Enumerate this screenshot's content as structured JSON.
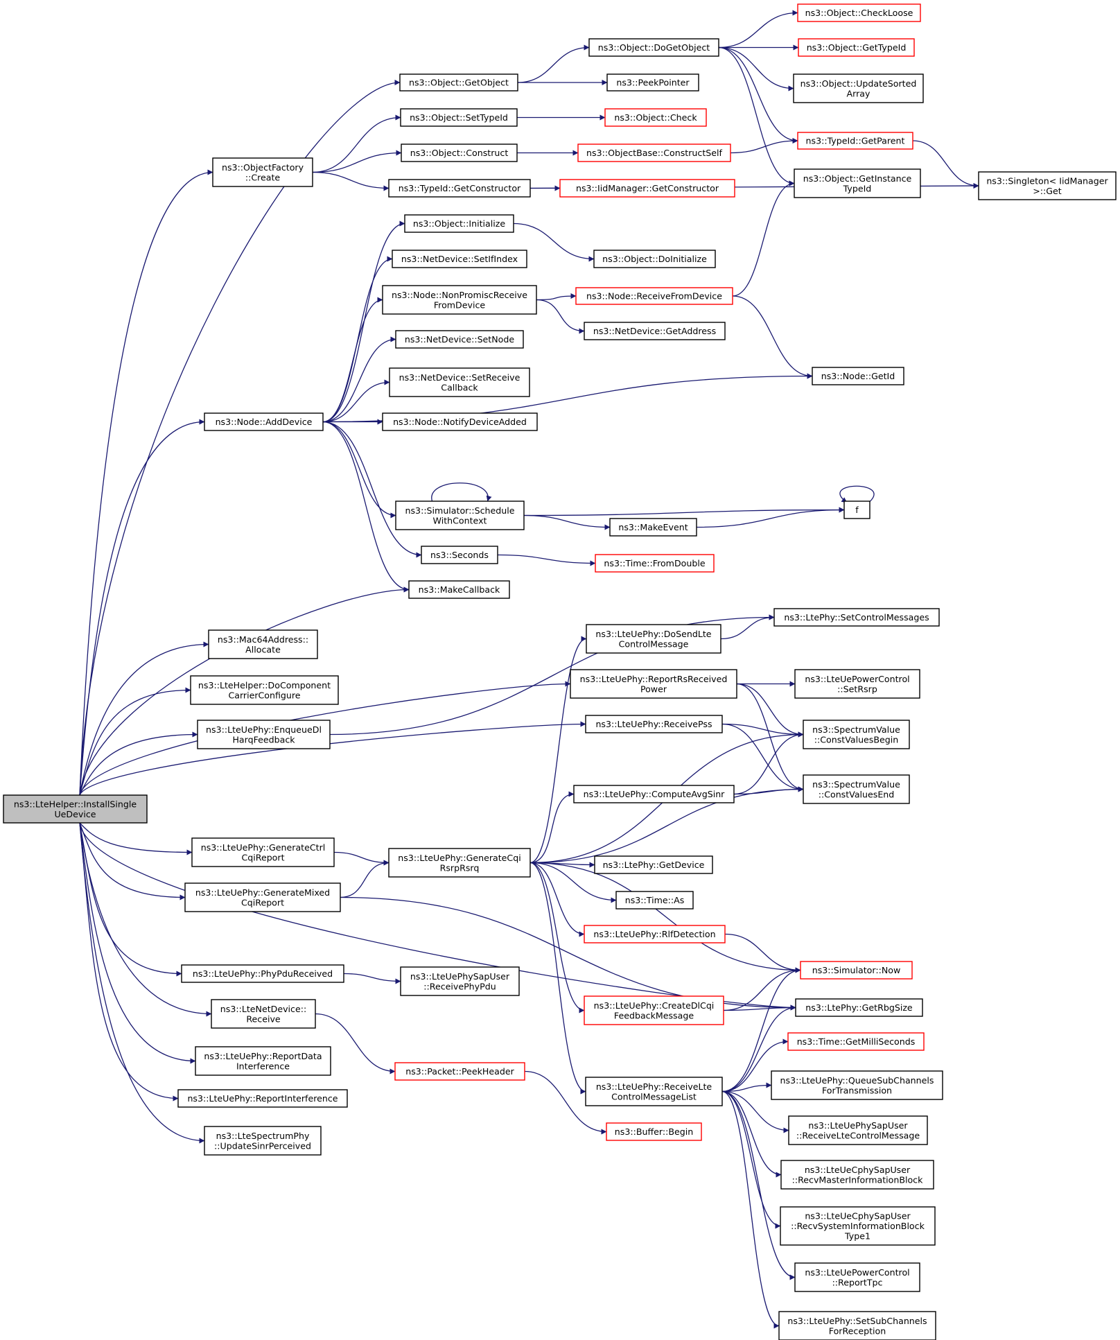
{
  "nodes": [
    {
      "id": "root",
      "lines": [
        "ns3::LteHelper::InstallSingle",
        "UeDevice"
      ],
      "border": "root",
      "interactable": true
    },
    {
      "id": "objfactory",
      "lines": [
        "ns3::ObjectFactory",
        "::Create"
      ],
      "border": "black"
    },
    {
      "id": "getobject",
      "lines": [
        "ns3::Object::GetObject"
      ],
      "border": "black"
    },
    {
      "id": "dogetobject",
      "lines": [
        "ns3::Object::DoGetObject"
      ],
      "border": "black"
    },
    {
      "id": "checkloose",
      "lines": [
        "ns3::Object::CheckLoose"
      ],
      "border": "red"
    },
    {
      "id": "gettypeid",
      "lines": [
        "ns3::Object::GetTypeId"
      ],
      "border": "red"
    },
    {
      "id": "updatesorted",
      "lines": [
        "ns3::Object::UpdateSorted",
        "Array"
      ],
      "border": "black"
    },
    {
      "id": "peekpointer",
      "lines": [
        "ns3::PeekPointer"
      ],
      "border": "black"
    },
    {
      "id": "settypeid",
      "lines": [
        "ns3::Object::SetTypeId"
      ],
      "border": "black"
    },
    {
      "id": "check",
      "lines": [
        "ns3::Object::Check"
      ],
      "border": "red"
    },
    {
      "id": "construct",
      "lines": [
        "ns3::Object::Construct"
      ],
      "border": "black"
    },
    {
      "id": "constructself",
      "lines": [
        "ns3::ObjectBase::ConstructSelf"
      ],
      "border": "red"
    },
    {
      "id": "getparent",
      "lines": [
        "ns3::TypeId::GetParent"
      ],
      "border": "red"
    },
    {
      "id": "singleton",
      "lines": [
        "ns3::Singleton< IidManager",
        ">::Get"
      ],
      "border": "black"
    },
    {
      "id": "typeidgetctor",
      "lines": [
        "ns3::TypeId::GetConstructor"
      ],
      "border": "black"
    },
    {
      "id": "iidgetctor",
      "lines": [
        "ns3::IidManager::GetConstructor"
      ],
      "border": "red"
    },
    {
      "id": "getinstance",
      "lines": [
        "ns3::Object::GetInstance",
        "TypeId"
      ],
      "border": "black"
    },
    {
      "id": "initialize",
      "lines": [
        "ns3::Object::Initialize"
      ],
      "border": "black"
    },
    {
      "id": "doinitialize",
      "lines": [
        "ns3::Object::DoInitialize"
      ],
      "border": "black"
    },
    {
      "id": "setifindex",
      "lines": [
        "ns3::NetDevice::SetIfIndex"
      ],
      "border": "black"
    },
    {
      "id": "nonpromisc",
      "lines": [
        "ns3::Node::NonPromiscReceive",
        "FromDevice"
      ],
      "border": "black"
    },
    {
      "id": "receivefromdev",
      "lines": [
        "ns3::Node::ReceiveFromDevice"
      ],
      "border": "red"
    },
    {
      "id": "getaddress",
      "lines": [
        "ns3::NetDevice::GetAddress"
      ],
      "border": "black"
    },
    {
      "id": "setnode",
      "lines": [
        "ns3::NetDevice::SetNode"
      ],
      "border": "black"
    },
    {
      "id": "setrecvcb",
      "lines": [
        "ns3::NetDevice::SetReceive",
        "Callback"
      ],
      "border": "black"
    },
    {
      "id": "nodegetid",
      "lines": [
        "ns3::Node::GetId"
      ],
      "border": "black"
    },
    {
      "id": "adddevice",
      "lines": [
        "ns3::Node::AddDevice"
      ],
      "border": "black"
    },
    {
      "id": "notifydev",
      "lines": [
        "ns3::Node::NotifyDeviceAdded"
      ],
      "border": "black"
    },
    {
      "id": "schedulewc",
      "lines": [
        "ns3::Simulator::Schedule",
        "WithContext"
      ],
      "border": "black"
    },
    {
      "id": "f",
      "lines": [
        "f"
      ],
      "border": "black"
    },
    {
      "id": "makeevent",
      "lines": [
        "ns3::MakeEvent"
      ],
      "border": "black"
    },
    {
      "id": "seconds",
      "lines": [
        "ns3::Seconds"
      ],
      "border": "black"
    },
    {
      "id": "fromdouble",
      "lines": [
        "ns3::Time::FromDouble"
      ],
      "border": "red"
    },
    {
      "id": "makecallback",
      "lines": [
        "ns3::MakeCallback"
      ],
      "border": "black"
    },
    {
      "id": "setctrlmsgs",
      "lines": [
        "ns3::LtePhy::SetControlMessages"
      ],
      "border": "black"
    },
    {
      "id": "mac64",
      "lines": [
        "ns3::Mac64Address::",
        "Allocate"
      ],
      "border": "black"
    },
    {
      "id": "dosendlte",
      "lines": [
        "ns3::LteUePhy::DoSendLte",
        "ControlMessage"
      ],
      "border": "black"
    },
    {
      "id": "docomponent",
      "lines": [
        "ns3::LteHelper::DoComponent",
        "CarrierConfigure"
      ],
      "border": "black"
    },
    {
      "id": "reportrsrp",
      "lines": [
        "ns3::LteUePhy::ReportRsReceived",
        "Power"
      ],
      "border": "black"
    },
    {
      "id": "setrsrp",
      "lines": [
        "ns3::LteUePowerControl",
        "::SetRsrp"
      ],
      "border": "black"
    },
    {
      "id": "enqueuedl",
      "lines": [
        "ns3::LteUePhy::EnqueueDl",
        "HarqFeedback"
      ],
      "border": "black"
    },
    {
      "id": "receivepss",
      "lines": [
        "ns3::LteUePhy::ReceivePss"
      ],
      "border": "black"
    },
    {
      "id": "cvbegin",
      "lines": [
        "ns3::SpectrumValue",
        "::ConstValuesBegin"
      ],
      "border": "black"
    },
    {
      "id": "computeavg",
      "lines": [
        "ns3::LteUePhy::ComputeAvgSinr"
      ],
      "border": "black"
    },
    {
      "id": "cvend",
      "lines": [
        "ns3::SpectrumValue",
        "::ConstValuesEnd"
      ],
      "border": "black"
    },
    {
      "id": "genctrlcqi",
      "lines": [
        "ns3::LteUePhy::GenerateCtrl",
        "CqiReport"
      ],
      "border": "black"
    },
    {
      "id": "gencqirsrp",
      "lines": [
        "ns3::LteUePhy::GenerateCqi",
        "RsrpRsrq"
      ],
      "border": "black"
    },
    {
      "id": "getdevice",
      "lines": [
        "ns3::LtePhy::GetDevice"
      ],
      "border": "black"
    },
    {
      "id": "genmixed",
      "lines": [
        "ns3::LteUePhy::GenerateMixed",
        "CqiReport"
      ],
      "border": "black"
    },
    {
      "id": "timeas",
      "lines": [
        "ns3::Time::As"
      ],
      "border": "black"
    },
    {
      "id": "rlfdet",
      "lines": [
        "ns3::LteUePhy::RlfDetection"
      ],
      "border": "red"
    },
    {
      "id": "phypdu",
      "lines": [
        "ns3::LteUePhy::PhyPduReceived"
      ],
      "border": "black"
    },
    {
      "id": "recvphypdu",
      "lines": [
        "ns3::LteUePhySapUser",
        "::ReceivePhyPdu"
      ],
      "border": "black"
    },
    {
      "id": "simnow",
      "lines": [
        "ns3::Simulator::Now"
      ],
      "border": "red"
    },
    {
      "id": "ltenetrecv",
      "lines": [
        "ns3::LteNetDevice::",
        "Receive"
      ],
      "border": "black"
    },
    {
      "id": "createdlcqi",
      "lines": [
        "ns3::LteUePhy::CreateDlCqi",
        "FeedbackMessage"
      ],
      "border": "red"
    },
    {
      "id": "getrbgsize",
      "lines": [
        "ns3::LtePhy::GetRbgSize"
      ],
      "border": "black"
    },
    {
      "id": "reportdataint",
      "lines": [
        "ns3::LteUePhy::ReportData",
        "Interference"
      ],
      "border": "black"
    },
    {
      "id": "getmillisec",
      "lines": [
        "ns3::Time::GetMilliSeconds"
      ],
      "border": "red"
    },
    {
      "id": "peekheader",
      "lines": [
        "ns3::Packet::PeekHeader"
      ],
      "border": "red"
    },
    {
      "id": "recvltectrllist",
      "lines": [
        "ns3::LteUePhy::ReceiveLte",
        "ControlMessageList"
      ],
      "border": "black"
    },
    {
      "id": "queuesubch",
      "lines": [
        "ns3::LteUePhy::QueueSubChannels",
        "ForTransmission"
      ],
      "border": "black"
    },
    {
      "id": "reportint",
      "lines": [
        "ns3::LteUePhy::ReportInterference"
      ],
      "border": "black"
    },
    {
      "id": "updatesinr",
      "lines": [
        "ns3::LteSpectrumPhy",
        "::UpdateSinrPerceived"
      ],
      "border": "black"
    },
    {
      "id": "bufferbegin",
      "lines": [
        "ns3::Buffer::Begin"
      ],
      "border": "red"
    },
    {
      "id": "recvltectrlmsg",
      "lines": [
        "ns3::LteUePhySapUser",
        "::ReceiveLteControlMessage"
      ],
      "border": "black"
    },
    {
      "id": "recvmib",
      "lines": [
        "ns3::LteUeCphySapUser",
        "::RecvMasterInformationBlock"
      ],
      "border": "black"
    },
    {
      "id": "recvsib1",
      "lines": [
        "ns3::LteUeCphySapUser",
        "::RecvSystemInformationBlock",
        "Type1"
      ],
      "border": "black"
    },
    {
      "id": "reporttpc",
      "lines": [
        "ns3::LteUePowerControl",
        "::ReportTpc"
      ],
      "border": "black"
    },
    {
      "id": "setsubchrx",
      "lines": [
        "ns3::LteUePhy::SetSubChannels",
        "ForReception"
      ],
      "border": "black"
    }
  ],
  "edges": [
    [
      "root",
      "getobject"
    ],
    [
      "root",
      "objfactory"
    ],
    [
      "root",
      "adddevice"
    ],
    [
      "root",
      "makecallback"
    ],
    [
      "root",
      "mac64"
    ],
    [
      "root",
      "docomponent"
    ],
    [
      "root",
      "enqueuedl"
    ],
    [
      "root",
      "reportrsrp"
    ],
    [
      "root",
      "receivepss"
    ],
    [
      "root",
      "genctrlcqi"
    ],
    [
      "root",
      "genmixed"
    ],
    [
      "root",
      "getrbgsize"
    ],
    [
      "root",
      "phypdu"
    ],
    [
      "root",
      "ltenetrecv"
    ],
    [
      "root",
      "reportdataint"
    ],
    [
      "root",
      "reportint"
    ],
    [
      "root",
      "updatesinr"
    ],
    [
      "getobject",
      "dogetobject"
    ],
    [
      "getobject",
      "peekpointer"
    ],
    [
      "dogetobject",
      "checkloose"
    ],
    [
      "dogetobject",
      "gettypeid"
    ],
    [
      "dogetobject",
      "updatesorted"
    ],
    [
      "dogetobject",
      "getparent"
    ],
    [
      "dogetobject",
      "getinstance"
    ],
    [
      "objfactory",
      "settypeid"
    ],
    [
      "objfactory",
      "construct"
    ],
    [
      "objfactory",
      "typeidgetctor"
    ],
    [
      "settypeid",
      "check"
    ],
    [
      "construct",
      "constructself"
    ],
    [
      "constructself",
      "getparent"
    ],
    [
      "getparent",
      "singleton"
    ],
    [
      "typeidgetctor",
      "iidgetctor"
    ],
    [
      "typeidgetctor",
      "singleton"
    ],
    [
      "adddevice",
      "initialize"
    ],
    [
      "adddevice",
      "setifindex"
    ],
    [
      "adddevice",
      "nonpromisc"
    ],
    [
      "adddevice",
      "setnode"
    ],
    [
      "adddevice",
      "setrecvcb"
    ],
    [
      "adddevice",
      "notifydev"
    ],
    [
      "adddevice",
      "nodegetid"
    ],
    [
      "adddevice",
      "schedulewc"
    ],
    [
      "adddevice",
      "seconds"
    ],
    [
      "adddevice",
      "makecallback"
    ],
    [
      "initialize",
      "doinitialize"
    ],
    [
      "nonpromisc",
      "receivefromdev"
    ],
    [
      "nonpromisc",
      "getaddress"
    ],
    [
      "receivefromdev",
      "getinstance"
    ],
    [
      "receivefromdev",
      "nodegetid"
    ],
    [
      "schedulewc",
      "schedulewc"
    ],
    [
      "schedulewc",
      "f"
    ],
    [
      "schedulewc",
      "makeevent"
    ],
    [
      "makeevent",
      "f"
    ],
    [
      "f",
      "f"
    ],
    [
      "seconds",
      "fromdouble"
    ],
    [
      "enqueuedl",
      "setctrlmsgs"
    ],
    [
      "dosendlte",
      "setctrlmsgs"
    ],
    [
      "reportrsrp",
      "setrsrp"
    ],
    [
      "reportrsrp",
      "cvbegin"
    ],
    [
      "reportrsrp",
      "cvend"
    ],
    [
      "receivepss",
      "cvbegin"
    ],
    [
      "receivepss",
      "cvend"
    ],
    [
      "computeavg",
      "cvbegin"
    ],
    [
      "computeavg",
      "cvend"
    ],
    [
      "genctrlcqi",
      "gencqirsrp"
    ],
    [
      "genmixed",
      "gencqirsrp"
    ],
    [
      "genmixed",
      "getrbgsize"
    ],
    [
      "gencqirsrp",
      "dosendlte"
    ],
    [
      "gencqirsrp",
      "cvbegin"
    ],
    [
      "gencqirsrp",
      "computeavg"
    ],
    [
      "gencqirsrp",
      "cvend"
    ],
    [
      "gencqirsrp",
      "getdevice"
    ],
    [
      "gencqirsrp",
      "timeas"
    ],
    [
      "gencqirsrp",
      "rlfdet"
    ],
    [
      "gencqirsrp",
      "simnow"
    ],
    [
      "gencqirsrp",
      "createdlcqi"
    ],
    [
      "gencqirsrp",
      "recvltectrllist"
    ],
    [
      "rlfdet",
      "simnow"
    ],
    [
      "createdlcqi",
      "simnow"
    ],
    [
      "createdlcqi",
      "getrbgsize"
    ],
    [
      "phypdu",
      "recvphypdu"
    ],
    [
      "ltenetrecv",
      "peekheader"
    ],
    [
      "peekheader",
      "bufferbegin"
    ],
    [
      "recvltectrllist",
      "simnow"
    ],
    [
      "recvltectrllist",
      "getrbgsize"
    ],
    [
      "recvltectrllist",
      "getmillisec"
    ],
    [
      "recvltectrllist",
      "queuesubch"
    ],
    [
      "recvltectrllist",
      "recvltectrlmsg"
    ],
    [
      "recvltectrllist",
      "recvmib"
    ],
    [
      "recvltectrllist",
      "recvsib1"
    ],
    [
      "recvltectrllist",
      "reporttpc"
    ],
    [
      "recvltectrllist",
      "setsubchrx"
    ]
  ]
}
